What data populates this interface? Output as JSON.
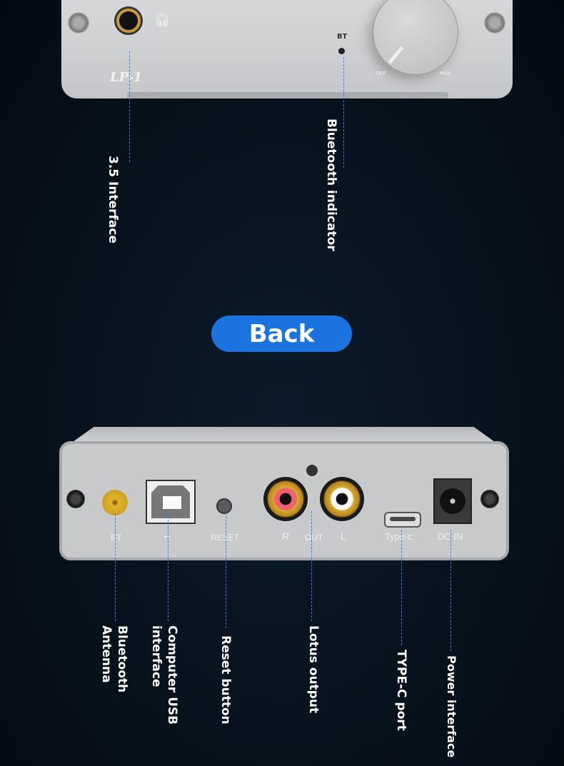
{
  "front_panel": {
    "model": "LP-1",
    "bt_label": "BT",
    "knob_off": "OFF",
    "knob_max": "MAX"
  },
  "front_callouts": {
    "interface_35": "3.5 Interface",
    "bt_indicator": "Bluetooth indicator"
  },
  "back_button": {
    "label": "Back",
    "color": "#1a73e0"
  },
  "back_panel": {
    "bt": "BT",
    "reset": "RESET",
    "r": "R",
    "out": "OUT",
    "l": "L",
    "typec": "Type-c",
    "dcin": "DC IN"
  },
  "back_callouts": {
    "antenna": "Bluetooth\nAntenna",
    "usb": "Computer USB\ninterface",
    "reset": "Reset button",
    "lotus": "Lotus output",
    "typec": "TYPE-C port",
    "power": "Power interface"
  }
}
